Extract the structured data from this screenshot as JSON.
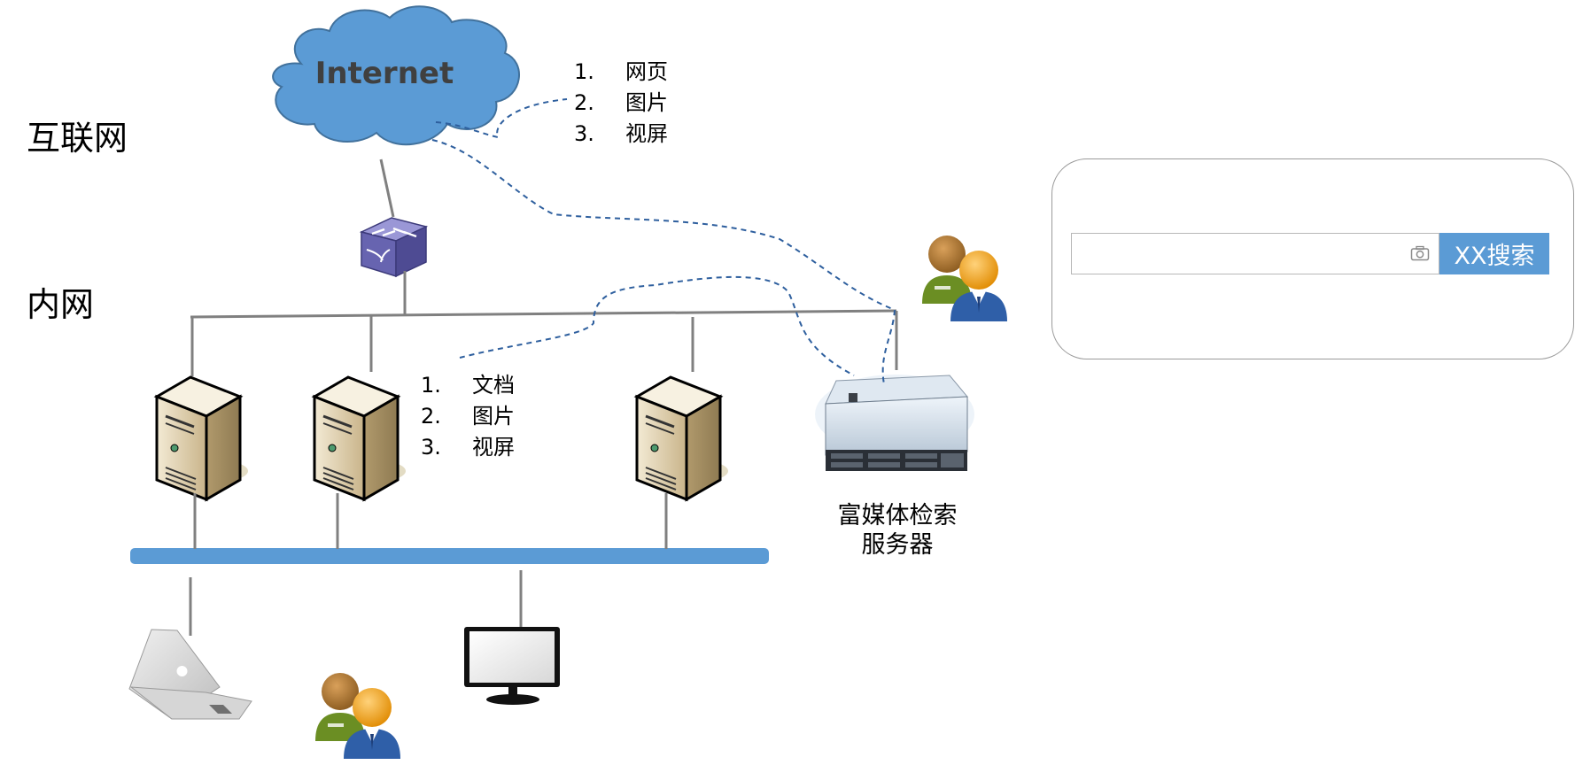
{
  "zones": {
    "internet_label": "互联网",
    "intranet_label": "内网"
  },
  "cloud": {
    "label": "Internet",
    "color": "#5b9bd5"
  },
  "internet_content": {
    "items": [
      {
        "num": "1.",
        "text": "网页"
      },
      {
        "num": "2.",
        "text": "图片"
      },
      {
        "num": "3.",
        "text": "视屏"
      }
    ]
  },
  "intranet_content": {
    "items": [
      {
        "num": "1.",
        "text": "文档"
      },
      {
        "num": "2.",
        "text": "图片"
      },
      {
        "num": "3.",
        "text": "视屏"
      }
    ]
  },
  "search_server": {
    "caption_line1": "富媒体检索",
    "caption_line2": "服务器"
  },
  "search_box": {
    "placeholder": "",
    "button_label": "XX搜索",
    "button_color": "#5b9bd5",
    "camera_icon": "camera-icon"
  },
  "colors": {
    "bus": "#5b9bd5",
    "link": "#808080",
    "dashed": "#2e5f9e"
  }
}
